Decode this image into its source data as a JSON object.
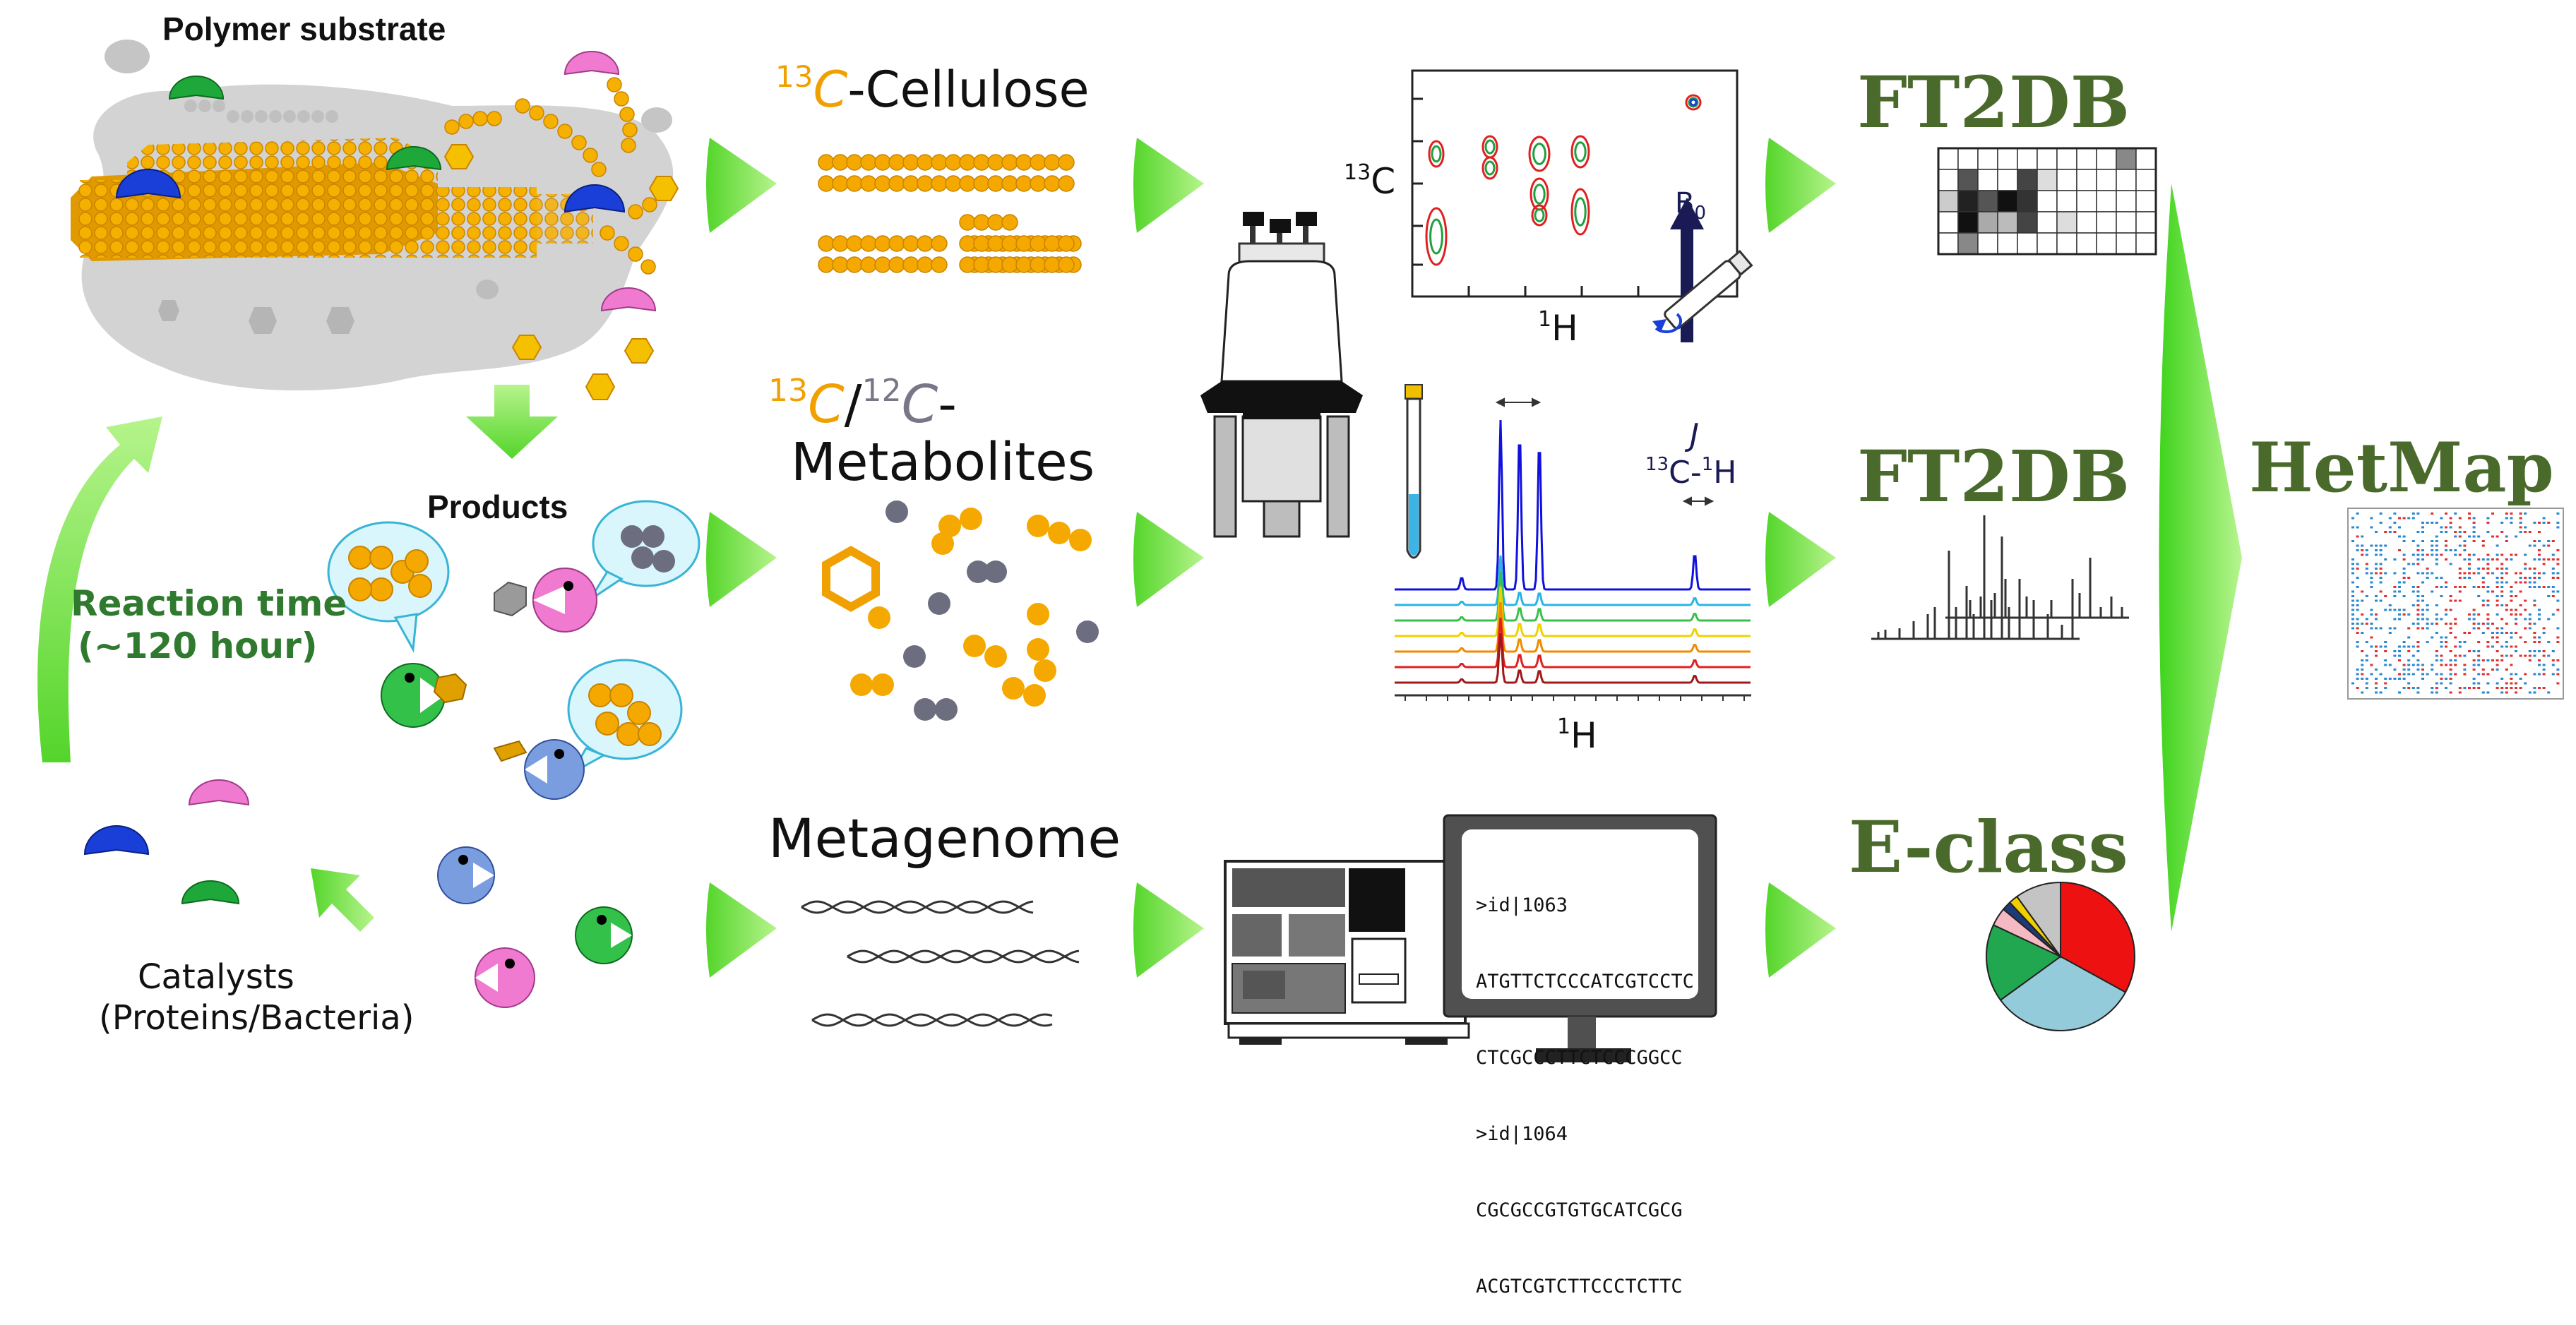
{
  "inputs": {
    "polymer_substrate": "Polymer substrate",
    "products": "Products",
    "reaction_time_line1": "Reaction time",
    "reaction_time_line2": "(~120 hour)",
    "catalysts_line1": "Catalysts",
    "catalysts_line2": "(Proteins/Bacteria)"
  },
  "samples": {
    "cellulose_sup": "13",
    "cellulose_c": "C",
    "cellulose_rest": "-Cellulose",
    "metab_sup1": "13",
    "metab_c1": "C",
    "metab_slash": "/",
    "metab_sup2": "12",
    "metab_c2": "C",
    "metab_dash": "-",
    "metab_line2": "Metabolites",
    "metagenome": "Metagenome"
  },
  "measurements": {
    "hsqc_y_sup": "13",
    "hsqc_y_label": "C",
    "hsqc_x_sup": "1",
    "hsqc_x_label": "H",
    "b0_label": "B",
    "b0_sub": "0",
    "j_label": "J",
    "jcoupling_sup1": "13",
    "jcoupling_mid": "C-",
    "jcoupling_sup2": "1",
    "jcoupling_end": "H",
    "spec1d_x_sup": "1",
    "spec1d_x_label": "H",
    "sequence_lines": [
      ">id|1063",
      "ATGTTCTCCCATCGTCCTC",
      "CTCGCCCTTCTCCCGGCC",
      ">id|1064",
      "CGCGCCGTGTGCATCGCG",
      "ACGTCGTCTTCCCTCTTC"
    ]
  },
  "analysis": {
    "ft2db_top": "FT2DB",
    "ft2db_mid": "FT2DB",
    "eclass": "E-class",
    "hetmap": "HetMap"
  },
  "colors": {
    "arrow_green": "#6ee63c",
    "arrow_light": "#b8f590",
    "cellulose_orange": "#f5a800",
    "c13_orange": "#f0a000",
    "c12_gray": "#777788",
    "title_olive": "#4a6a2c",
    "label_green": "#2f7a2f",
    "enzyme_blue": "#1a3fd9",
    "enzyme_green": "#1fa83a",
    "enzyme_pink": "#f07ad0",
    "pie_red": "#ee1111",
    "pie_lightblue": "#8fc9dc",
    "pie_green": "#1ea855"
  },
  "eclass_pie": [
    {
      "label": "red",
      "value": 33,
      "color": "#ee1111"
    },
    {
      "label": "light-blue",
      "value": 32,
      "color": "#94cbdb"
    },
    {
      "label": "green",
      "value": 17,
      "color": "#20a750"
    },
    {
      "label": "pink",
      "value": 4,
      "color": "#f4b9c3"
    },
    {
      "label": "dark-blue",
      "value": 2,
      "color": "#1e3a7a"
    },
    {
      "label": "yellow",
      "value": 2,
      "color": "#f0d000"
    },
    {
      "label": "gray",
      "value": 10,
      "color": "#c4c4c4"
    }
  ]
}
